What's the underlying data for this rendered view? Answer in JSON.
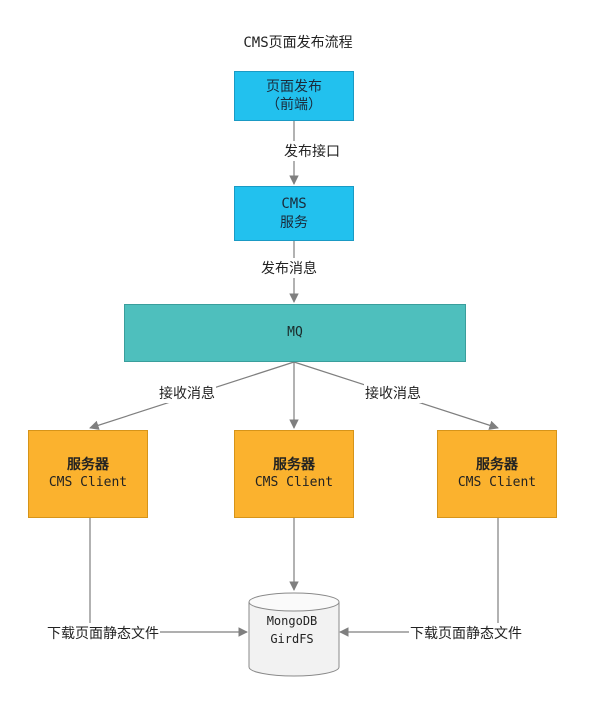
{
  "title": "CMS页面发布流程",
  "nodes": {
    "publish": {
      "line1": "页面发布",
      "line2": "（前端）"
    },
    "cms": {
      "line1": "CMS",
      "line2": "服务"
    },
    "mq": {
      "label": "MQ"
    },
    "client_left": {
      "line1": "服务器",
      "line2": "CMS Client"
    },
    "client_mid": {
      "line1": "服务器",
      "line2": "CMS Client"
    },
    "client_right": {
      "line1": "服务器",
      "line2": "CMS Client"
    },
    "db": {
      "line1": "MongoDB",
      "line2": "GirdFS"
    }
  },
  "edges": {
    "publish_api": "发布接口",
    "publish_msg": "发布消息",
    "recv_left": "接收消息",
    "recv_right": "接收消息",
    "download_left": "下载页面静态文件",
    "download_right": "下载页面静态文件"
  },
  "colors": {
    "blue": "#22c1ee",
    "teal": "#4ebfbd",
    "orange": "#fbb22e",
    "arrow": "#7f7f7f"
  }
}
